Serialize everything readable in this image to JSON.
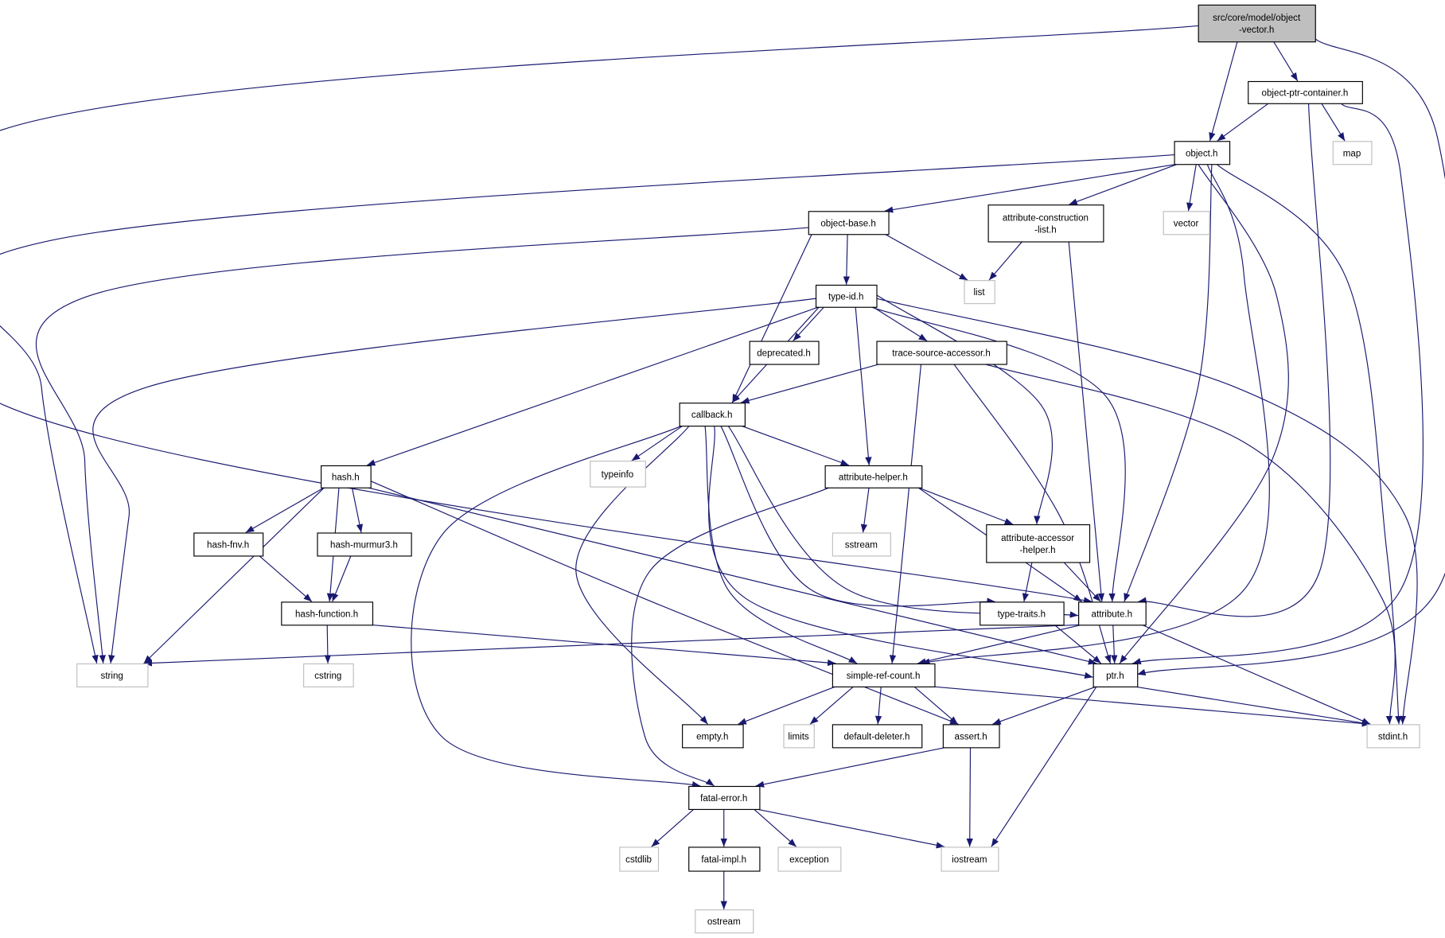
{
  "colors": {
    "edge": "#191970",
    "node_border": "#000000",
    "system_border": "#bfbfbf",
    "root_fill": "#bfbfbf",
    "node_fill": "#ffffff"
  },
  "nodes": [
    {
      "id": "root",
      "lines": [
        "src/core/model/object",
        "-vector.h"
      ],
      "kind": "root"
    },
    {
      "id": "opc",
      "lines": [
        "object-ptr-container.h"
      ],
      "kind": "file"
    },
    {
      "id": "object",
      "lines": [
        "object.h"
      ],
      "kind": "file"
    },
    {
      "id": "map",
      "lines": [
        "map"
      ],
      "kind": "system"
    },
    {
      "id": "vector",
      "lines": [
        "vector"
      ],
      "kind": "system"
    },
    {
      "id": "objbase",
      "lines": [
        "object-base.h"
      ],
      "kind": "file"
    },
    {
      "id": "acl",
      "lines": [
        "attribute-construction",
        "-list.h"
      ],
      "kind": "file"
    },
    {
      "id": "list",
      "lines": [
        "list"
      ],
      "kind": "system"
    },
    {
      "id": "typeid",
      "lines": [
        "type-id.h"
      ],
      "kind": "file"
    },
    {
      "id": "deprecated",
      "lines": [
        "deprecated.h"
      ],
      "kind": "file"
    },
    {
      "id": "tsa",
      "lines": [
        "trace-source-accessor.h"
      ],
      "kind": "file"
    },
    {
      "id": "callback",
      "lines": [
        "callback.h"
      ],
      "kind": "file"
    },
    {
      "id": "typeinfo",
      "lines": [
        "typeinfo"
      ],
      "kind": "system"
    },
    {
      "id": "attrhelper",
      "lines": [
        "attribute-helper.h"
      ],
      "kind": "file"
    },
    {
      "id": "hash",
      "lines": [
        "hash.h"
      ],
      "kind": "file"
    },
    {
      "id": "sstream",
      "lines": [
        "sstream"
      ],
      "kind": "system"
    },
    {
      "id": "aah",
      "lines": [
        "attribute-accessor",
        "-helper.h"
      ],
      "kind": "file"
    },
    {
      "id": "hashfnv",
      "lines": [
        "hash-fnv.h"
      ],
      "kind": "file"
    },
    {
      "id": "murmur",
      "lines": [
        "hash-murmur3.h"
      ],
      "kind": "file"
    },
    {
      "id": "hashfn",
      "lines": [
        "hash-function.h"
      ],
      "kind": "file"
    },
    {
      "id": "typetraits",
      "lines": [
        "type-traits.h"
      ],
      "kind": "file"
    },
    {
      "id": "attribute",
      "lines": [
        "attribute.h"
      ],
      "kind": "file"
    },
    {
      "id": "string",
      "lines": [
        "string"
      ],
      "kind": "system"
    },
    {
      "id": "cstring",
      "lines": [
        "cstring"
      ],
      "kind": "system"
    },
    {
      "id": "src",
      "lines": [
        "simple-ref-count.h"
      ],
      "kind": "file"
    },
    {
      "id": "ptr",
      "lines": [
        "ptr.h"
      ],
      "kind": "file"
    },
    {
      "id": "stdint",
      "lines": [
        "stdint.h"
      ],
      "kind": "system"
    },
    {
      "id": "empty",
      "lines": [
        "empty.h"
      ],
      "kind": "file"
    },
    {
      "id": "limits",
      "lines": [
        "limits"
      ],
      "kind": "system"
    },
    {
      "id": "deleter",
      "lines": [
        "default-deleter.h"
      ],
      "kind": "file"
    },
    {
      "id": "assert",
      "lines": [
        "assert.h"
      ],
      "kind": "file"
    },
    {
      "id": "fatalerror",
      "lines": [
        "fatal-error.h"
      ],
      "kind": "file"
    },
    {
      "id": "cstdlib",
      "lines": [
        "cstdlib"
      ],
      "kind": "system"
    },
    {
      "id": "fatalimpl",
      "lines": [
        "fatal-impl.h"
      ],
      "kind": "file"
    },
    {
      "id": "exception",
      "lines": [
        "exception"
      ],
      "kind": "system"
    },
    {
      "id": "iostream",
      "lines": [
        "iostream"
      ],
      "kind": "system"
    },
    {
      "id": "ostream",
      "lines": [
        "ostream"
      ],
      "kind": "system"
    }
  ],
  "edges": [
    [
      "root",
      "object"
    ],
    [
      "root",
      "opc"
    ],
    [
      "root",
      "attribute"
    ],
    [
      "root",
      "ptr"
    ],
    [
      "opc",
      "object"
    ],
    [
      "opc",
      "map"
    ],
    [
      "opc",
      "attribute"
    ],
    [
      "opc",
      "ptr"
    ],
    [
      "object",
      "string"
    ],
    [
      "object",
      "objbase"
    ],
    [
      "object",
      "acl"
    ],
    [
      "object",
      "vector"
    ],
    [
      "object",
      "attribute"
    ],
    [
      "object",
      "src"
    ],
    [
      "object",
      "ptr"
    ],
    [
      "object",
      "stdint"
    ],
    [
      "objbase",
      "string"
    ],
    [
      "objbase",
      "list"
    ],
    [
      "objbase",
      "typeid"
    ],
    [
      "objbase",
      "callback"
    ],
    [
      "acl",
      "list"
    ],
    [
      "acl",
      "attribute"
    ],
    [
      "typeid",
      "string"
    ],
    [
      "typeid",
      "hash"
    ],
    [
      "typeid",
      "callback"
    ],
    [
      "typeid",
      "deprecated"
    ],
    [
      "typeid",
      "attrhelper"
    ],
    [
      "typeid",
      "tsa"
    ],
    [
      "typeid",
      "aah"
    ],
    [
      "typeid",
      "attribute"
    ],
    [
      "typeid",
      "stdint"
    ],
    [
      "tsa",
      "callback"
    ],
    [
      "tsa",
      "src"
    ],
    [
      "tsa",
      "ptr"
    ],
    [
      "tsa",
      "stdint"
    ],
    [
      "callback",
      "typeinfo"
    ],
    [
      "callback",
      "attrhelper"
    ],
    [
      "callback",
      "fatalerror"
    ],
    [
      "callback",
      "empty"
    ],
    [
      "callback",
      "src"
    ],
    [
      "callback",
      "ptr"
    ],
    [
      "callback",
      "typetraits"
    ],
    [
      "callback",
      "attribute"
    ],
    [
      "attrhelper",
      "sstream"
    ],
    [
      "attrhelper",
      "aah"
    ],
    [
      "attrhelper",
      "attribute"
    ],
    [
      "attrhelper",
      "fatalerror"
    ],
    [
      "hash",
      "string"
    ],
    [
      "hash",
      "hashfnv"
    ],
    [
      "hash",
      "murmur"
    ],
    [
      "hash",
      "hashfn"
    ],
    [
      "hash",
      "ptr"
    ],
    [
      "hash",
      "assert"
    ],
    [
      "hashfnv",
      "hashfn"
    ],
    [
      "murmur",
      "hashfn"
    ],
    [
      "hashfn",
      "cstring"
    ],
    [
      "hashfn",
      "src"
    ],
    [
      "aah",
      "typetraits"
    ],
    [
      "aah",
      "attribute"
    ],
    [
      "typetraits",
      "ptr"
    ],
    [
      "attribute",
      "string"
    ],
    [
      "attribute",
      "src"
    ],
    [
      "attribute",
      "ptr"
    ],
    [
      "attribute",
      "stdint"
    ],
    [
      "src",
      "empty"
    ],
    [
      "src",
      "limits"
    ],
    [
      "src",
      "deleter"
    ],
    [
      "src",
      "assert"
    ],
    [
      "src",
      "stdint"
    ],
    [
      "ptr",
      "assert"
    ],
    [
      "ptr",
      "iostream"
    ],
    [
      "ptr",
      "stdint"
    ],
    [
      "assert",
      "fatalerror"
    ],
    [
      "assert",
      "iostream"
    ],
    [
      "fatalerror",
      "cstdlib"
    ],
    [
      "fatalerror",
      "fatalimpl"
    ],
    [
      "fatalerror",
      "exception"
    ],
    [
      "fatalerror",
      "iostream"
    ],
    [
      "fatalimpl",
      "ostream"
    ]
  ]
}
